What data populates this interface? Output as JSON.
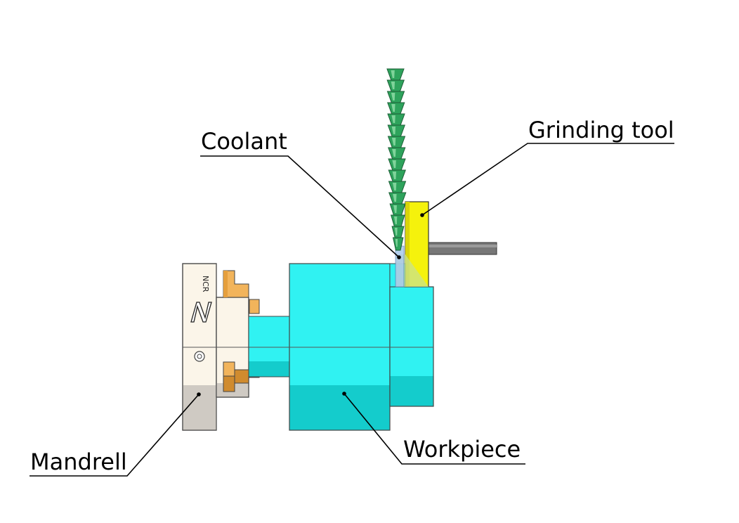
{
  "labels": {
    "coolant": "Coolant",
    "grinding_tool": "Grinding tool",
    "mandrell": "Mandrell",
    "workpiece": "Workpiece"
  },
  "logo_text": "NCR",
  "colors": {
    "workpiece": "#30f2f2",
    "workpiece_shade": "#14cccc",
    "grinding_tool": "#f5f20c",
    "coolant_drop": "#2ea35c",
    "coolant_drop_light": "#7fd39a",
    "chuck_body": "#fbf5e9",
    "chuck_shade": "#cfcac3",
    "chuck_jaw": "#f2b45b",
    "chuck_jaw_dark": "#d08b2e",
    "shaft": "#777777"
  }
}
